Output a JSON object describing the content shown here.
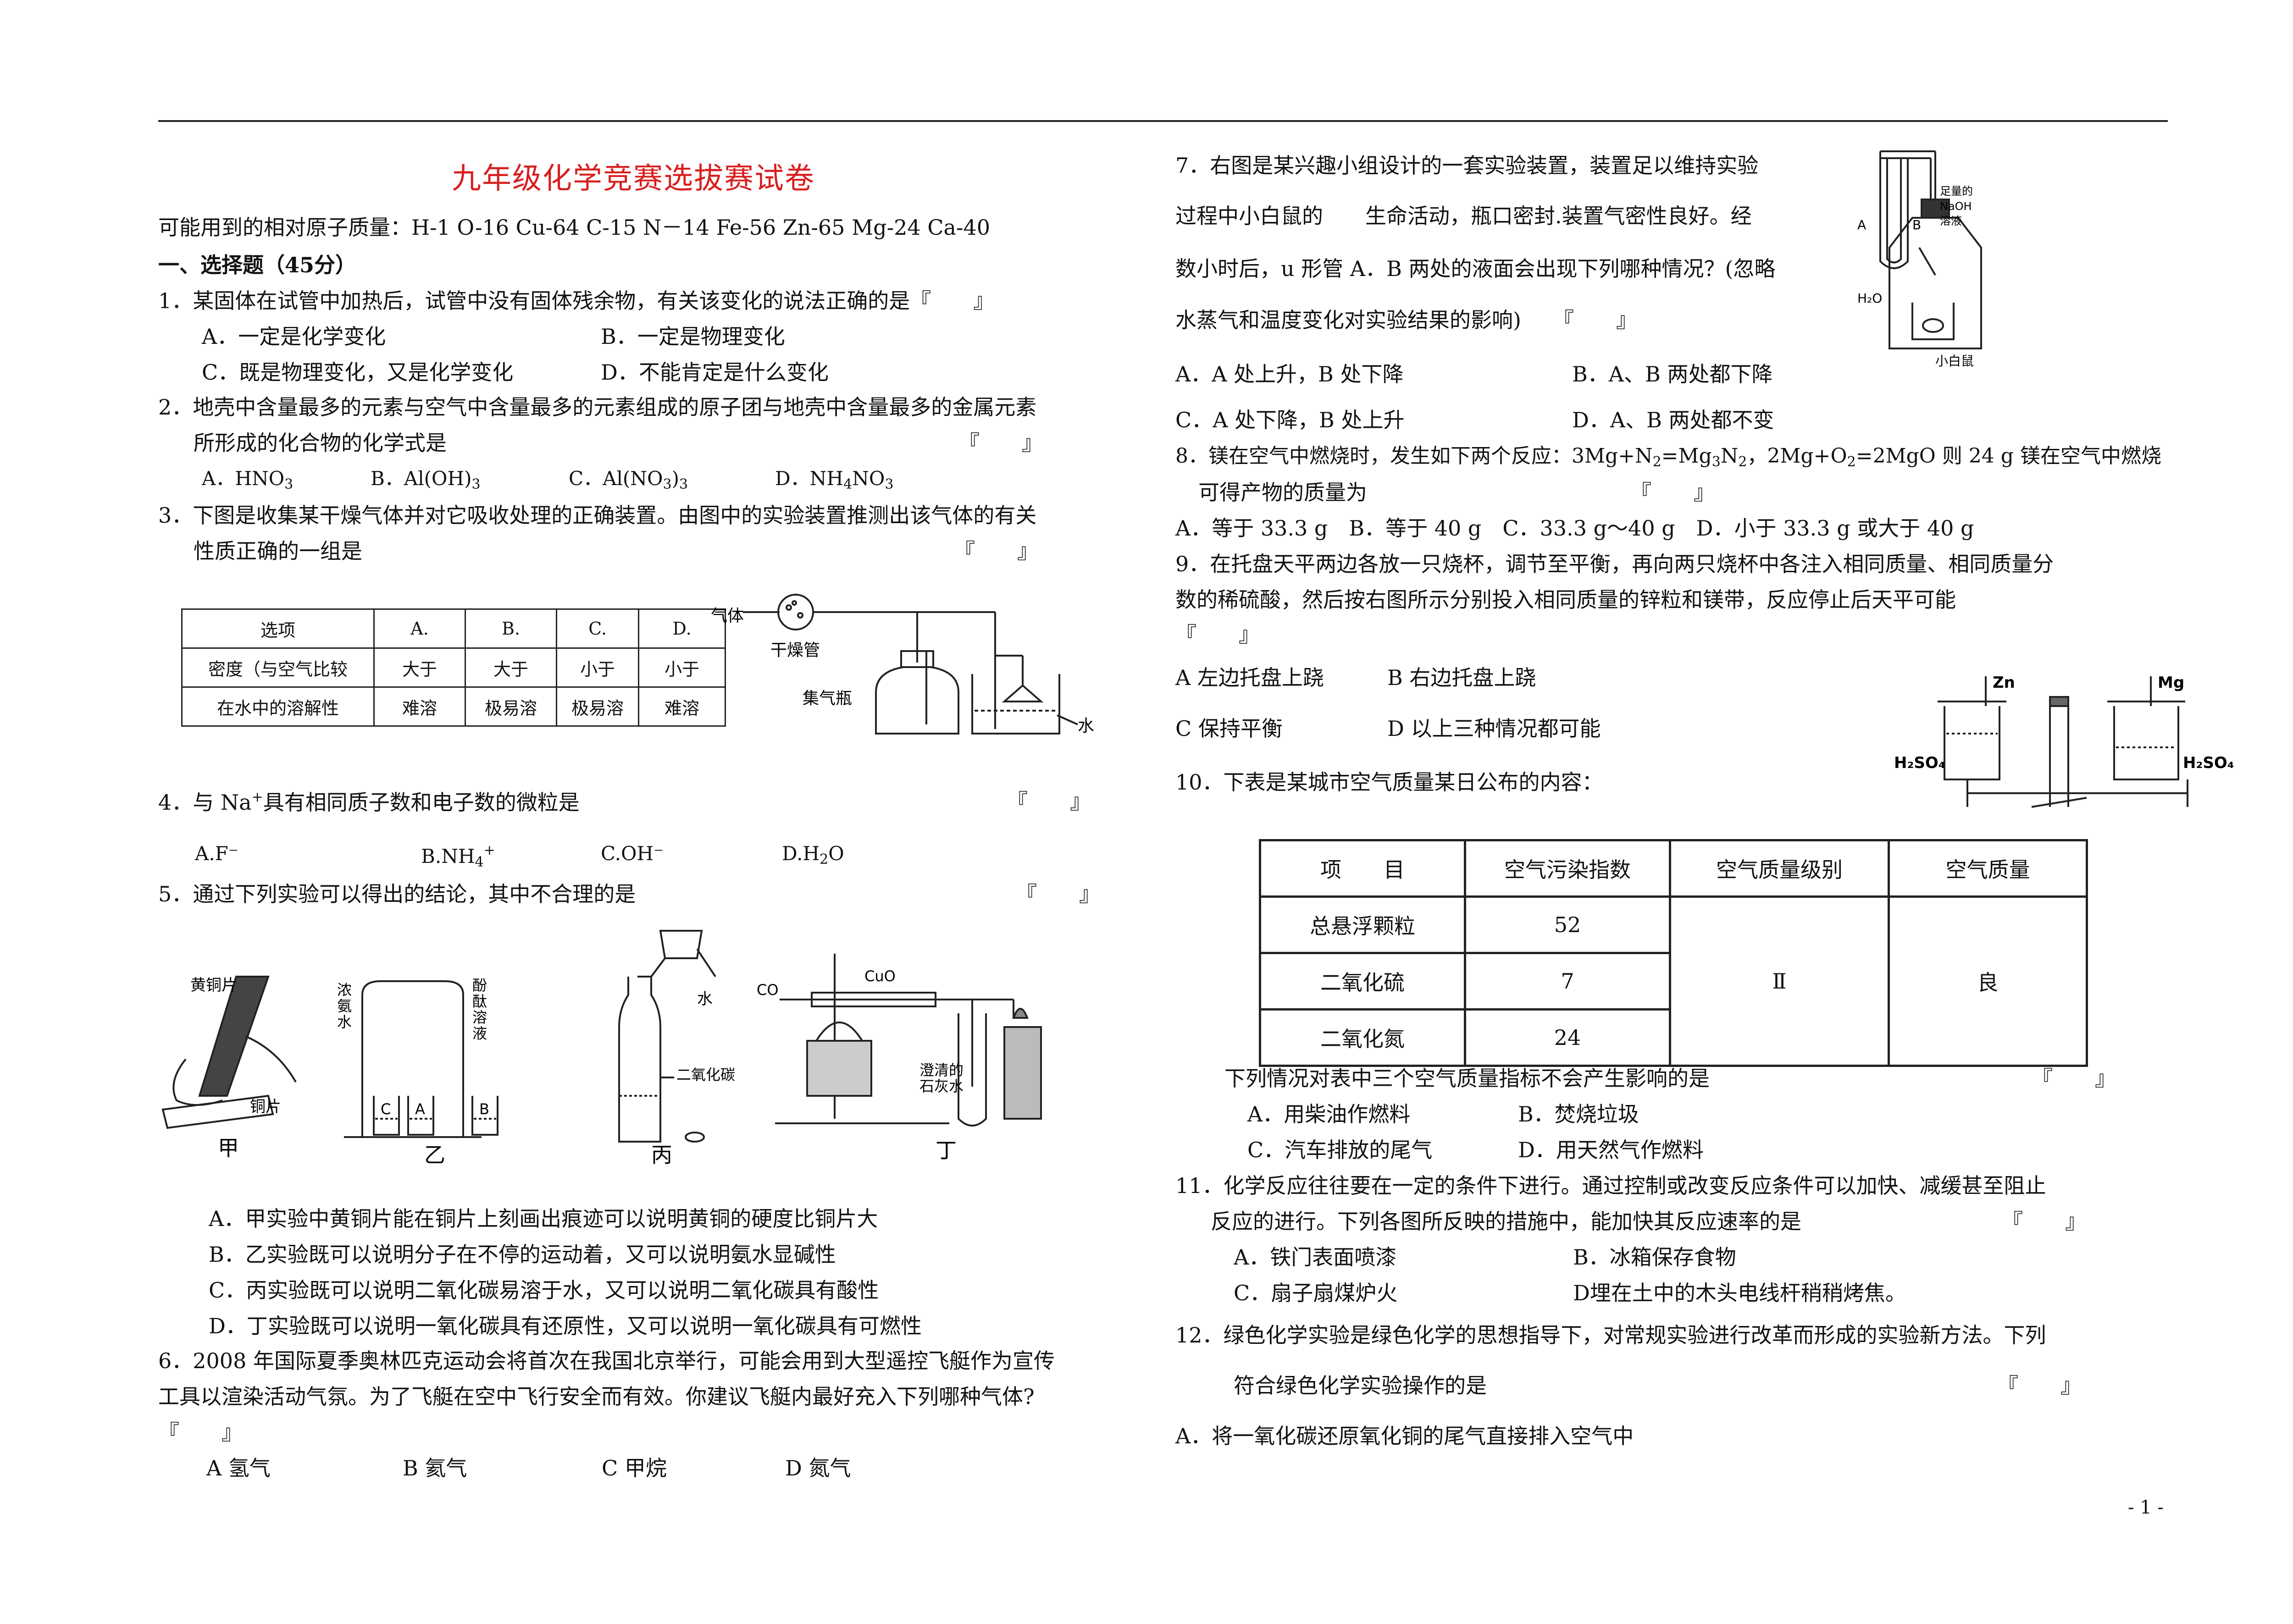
{
  "title": "九年级化学竞赛选拔赛试卷",
  "atomic_masses": "可能用到的相对原子质量：H-1 O-16 Cu-64 C-15 N－14 Fe-56 Zn-65 Mg-24 Ca-40",
  "section1": "一、选择题（45分）",
  "q1": {
    "stem": "1．某固体在试管中加热后，试管中没有固体残余物，有关该变化的说法正确的是『　　』",
    "a": "A．一定是化学变化",
    "b": "B．一定是物理变化",
    "c": "C．既是物理变化，又是化学变化",
    "d": "D．不能肯定是什么变化"
  },
  "q2": {
    "stem1": "2．地壳中含量最多的元素与空气中含量最多的元素组成的原子团与地壳中含量最多的金属元素",
    "stem2": "所形成的化合物的化学式是",
    "bracket": "『　　』",
    "a_pre": "A．HNO",
    "a_sub": "3",
    "b_pre": "B．Al(OH)",
    "b_sub": "3",
    "c_pre": "C．Al(NO",
    "c_sub": "3",
    "c_post": ")",
    "c_sub2": "3",
    "d_pre": "D．NH",
    "d_sub": "4",
    "d_mid": "NO",
    "d_sub2": "3"
  },
  "q3": {
    "stem1": "3．下图是收集某干燥气体并对它吸收处理的正确装置。由图中的实验装置推测出该气体的有关",
    "stem2": "性质正确的一组是",
    "bracket": "『　　』",
    "table": {
      "header": [
        "选项",
        "A.",
        "B.",
        "C.",
        "D."
      ],
      "row1": [
        "密度（与空气比较",
        "大于",
        "大于",
        "小于",
        "小于"
      ],
      "row2": [
        "在水中的溶解性",
        "难溶",
        "极易溶",
        "极易溶",
        "难溶"
      ]
    },
    "fig_labels": {
      "gas": "气体",
      "dryer": "干燥管",
      "bottle": "集气瓶",
      "water": "水"
    }
  },
  "q4": {
    "stem_pre": "4．与 Na",
    "stem_sup": "+",
    "stem_post": "具有相同质子数和电子数的微粒是",
    "bracket": "『　　』",
    "a": "A.F⁻",
    "b_pre": "B.NH",
    "b_sub": "4",
    "b_sup": "+",
    "c": "C.OH⁻",
    "d_pre": "D.H",
    "d_sub": "2",
    "d_post": "O"
  },
  "q5": {
    "stem": "5．通过下列实验可以得出的结论，其中不合理的是",
    "bracket": "『　　』",
    "fig_labels": {
      "brass": "黄铜片",
      "copper": "铜片",
      "ammonia1": "浓",
      "ammonia2": "氨",
      "ammonia3": "水",
      "phenol1": "酚",
      "phenol2": "酞",
      "phenol3": "溶",
      "phenol4": "液",
      "a": "A",
      "b": "B",
      "c": "C",
      "water": "水",
      "co2": "二氧化碳",
      "co": "CO",
      "cuo": "CuO",
      "lime1": "澄清的",
      "lime2": "石灰水",
      "jia": "甲",
      "yi": "乙",
      "bing": "丙",
      "ding": "丁"
    },
    "a": "A．甲实验中黄铜片能在铜片上刻画出痕迹可以说明黄铜的硬度比铜片大",
    "b": "B．乙实验既可以说明分子在不停的运动着，又可以说明氨水显碱性",
    "c": "C．丙实验既可以说明二氧化碳易溶于水，又可以说明二氧化碳具有酸性",
    "d": "D．丁实验既可以说明一氧化碳具有还原性，又可以说明一氧化碳具有可燃性"
  },
  "q6": {
    "stem1": "6．2008 年国际夏季奥林匹克运动会将首次在我国北京举行，可能会用到大型遥控飞艇作为宣传",
    "stem2": "工具以渲染活动气氛。为了飞艇在空中飞行安全而有效。你建议飞艇内最好充入下列哪种气体?",
    "bracket": "『　　』",
    "a": "A  氢气",
    "b": "B  氦气",
    "c": "C 甲烷",
    "d": "D 氮气"
  },
  "q7": {
    "line1": "7．右图是某兴趣小组设计的一套实验装置，装置足以维持实验",
    "line2": "过程中小白鼠的　　生命活动，瓶口密封.装置气密性良好。经",
    "line3": "数小时后，u 形管 A．B 两处的液面会出现下列哪种情况？(忽略",
    "line4": "水蒸气和温度变化对实验结果的影响)　　『　　』",
    "a": "A．A 处上升，B 处下降",
    "b": "B．A、B 两处都下降",
    "c": "C．A 处下降，B 处上升",
    "d": "D．A、B 两处都不变",
    "fig_labels": {
      "a": "A",
      "b": "B",
      "h2o": "H₂O",
      "naoh1": "足量的",
      "naoh2": "NaOH",
      "naoh3": "溶液",
      "mouse": "小白鼠"
    }
  },
  "q8": {
    "line1_pre": "8．镁在空气中燃烧时，发生如下两个反应：3Mg+N",
    "line1_eq": "=Mg",
    "line1_eq2": "N",
    "line1_mid": "，2Mg+O",
    "line1_post": "=2MgO 则 24 g 镁在空气中燃烧",
    "sub2": "2",
    "sub3": "3",
    "line2": "可得产物的质量为",
    "bracket": "『　　』",
    "options": "A．等于 33.3 g　B．等于 40 g　C．33.3 g～40 g　D．小于 33.3 g 或大于 40 g"
  },
  "q9": {
    "line1": "9．在托盘天平两边各放一只烧杯，调节至平衡，再向两只烧杯中各注入相同质量、相同质量分",
    "line2": "数的稀硫酸，然后按右图所示分别投入相同质量的锌粒和镁带，反应停止后天平可能",
    "bracket": "『　　』",
    "a": "A 左边托盘上跷",
    "b": "B 右边托盘上跷",
    "c": "C 保持平衡",
    "d": "D 以上三种情况都可能",
    "fig_labels": {
      "zn": "Zn",
      "mg": "Mg",
      "h2so4_l": "H₂SO₄",
      "h2so4_r": "H₂SO₄"
    }
  },
  "q10": {
    "stem": "10．下表是某城市空气质量某日公布的内容：",
    "table": {
      "header": [
        "项　　目",
        "空气污染指数",
        "空气质量级别",
        "空气质量"
      ],
      "rows": [
        {
          "item": "总悬浮颗粒",
          "index": "52"
        },
        {
          "item": "二氧化硫",
          "index": "7"
        },
        {
          "item": "二氧化氮",
          "index": "24"
        }
      ],
      "level": "Ⅱ",
      "quality": "良"
    },
    "question": "下列情况对表中三个空气质量指标不会产生影响的是",
    "bracket": "『　　』",
    "a": "A．用柴油作燃料",
    "b": "B．焚烧垃圾",
    "c": "C．汽车排放的尾气",
    "d": "D．用天然气作燃料"
  },
  "q11": {
    "line1": "11．化学反应往往要在一定的条件下进行。通过控制或改变反应条件可以加快、减缓甚至阻止",
    "line2": "反应的进行。下列各图所反映的措施中，能加快其反应速率的是",
    "bracket": "『　　』",
    "a": "A．铁门表面喷漆",
    "b": "B．冰箱保存食物",
    "c": "C．扇子扇煤炉火",
    "d": "D埋在土中的木头电线杆稍稍烤焦。"
  },
  "q12": {
    "line1": "12．绿色化学实验是绿色化学的思想指导下，对常规实验进行改革而形成的实验新方法。下列",
    "line2": "符合绿色化学实验操作的是",
    "bracket": "『　　』",
    "a": "A．将一氧化碳还原氧化铜的尾气直接排入空气中"
  },
  "page_number": "- 1 -"
}
